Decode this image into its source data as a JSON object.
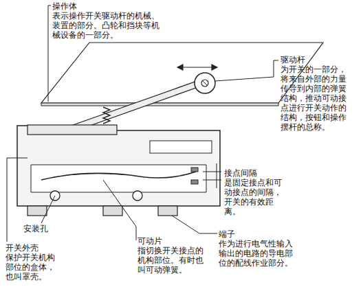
{
  "diagram": {
    "labels": [
      "操作体",
      "表示操作开关驱动杆的机械、装置的部分。凸轮和挡块等机械设备的一部分。",
      "驱动杆",
      "为开关的一部分，将来自外部的力量传导到内部的弹簧结构，推动可动接点进行开关动作的结构，按钮和操作摆杆的总称。",
      "接点间隔",
      "是固定接点和可动接点的间隔，开关的有效距离。",
      "安装孔",
      "开关外壳",
      "保护开关机构部位的盒体，也叫罩壳。",
      "可动片",
      "指切换开关接点的机构部位。有时也叫可动弹簧。",
      "端子",
      "作为进行电气性输入输出的电路的导电部位的配线作业部分。"
    ]
  }
}
